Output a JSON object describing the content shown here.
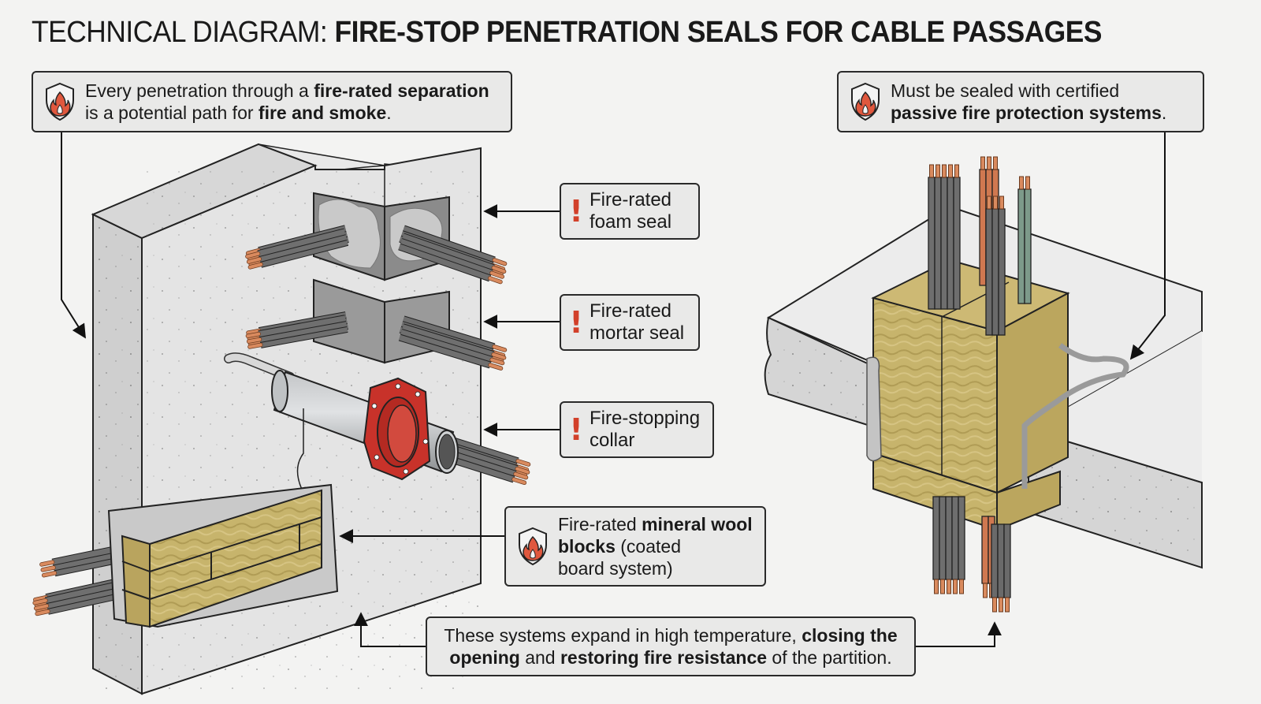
{
  "title": {
    "prefix": "TECHNICAL DIAGRAM: ",
    "main": "FIRE-STOP PENETRATION SEALS FOR CABLE PASSAGES"
  },
  "callouts": {
    "top_left": {
      "icon": "shield-flame-icon",
      "line1_a": "Every penetration through a ",
      "line1_b": "fire-rated separation",
      "line2_a": "is a potential path for ",
      "line2_b": "fire and smoke",
      "line2_c": "."
    },
    "top_right": {
      "icon": "shield-flame-icon",
      "line1": "Must be sealed with certified",
      "line2_b": "passive fire protection systems",
      "line2_c": "."
    },
    "foam": {
      "icon": "exclamation-icon",
      "line1": "Fire-rated",
      "line2": "foam seal"
    },
    "mortar": {
      "icon": "exclamation-icon",
      "line1": "Fire-rated",
      "line2": "mortar seal"
    },
    "collar": {
      "icon": "exclamation-icon",
      "line1": "Fire-stopping",
      "line2": "collar"
    },
    "mineral_wool": {
      "icon": "shield-flame-icon",
      "line1_a": "Fire-rated ",
      "line1_b": "mineral wool",
      "line2_b": "blocks",
      "line2_c": " (coated",
      "line3": "board system)"
    },
    "bottom": {
      "line1_a": "These systems expand in high temperature, ",
      "line1_b": "closing the",
      "line2_b1": "opening",
      "line2_a": " and ",
      "line2_b2": "restoring fire resistance",
      "line2_c": " of the partition."
    }
  },
  "colors": {
    "background": "#f3f3f2",
    "callout_fill": "#e9e9e8",
    "accent_red": "#d2402a",
    "copper": "#d98a5e",
    "cable_gray": "#6e6e6e",
    "mineral_wool": "#c9b36a",
    "concrete": "#dcdcdc",
    "collar_red": "#c8322a"
  }
}
